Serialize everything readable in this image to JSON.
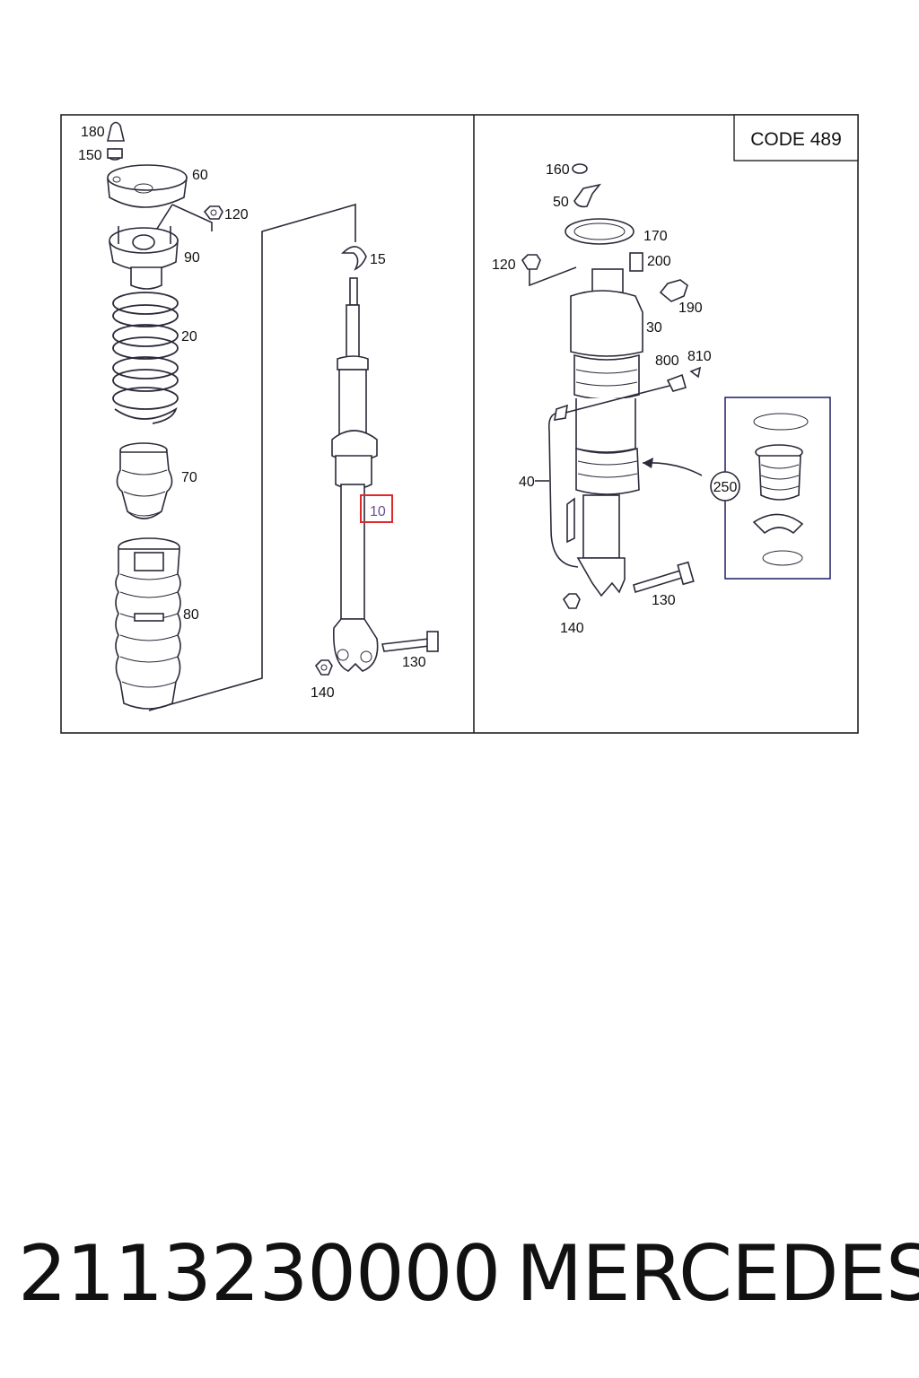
{
  "diagram": {
    "code_box": "CODE 489",
    "left_labels": {
      "l180": "180",
      "l150": "150",
      "l60": "60",
      "l120": "120",
      "l90": "90",
      "l15": "15",
      "l20": "20",
      "l70": "70",
      "l10": "10",
      "l80": "80",
      "l130": "130",
      "l140": "140"
    },
    "right_labels": {
      "r160": "160",
      "r50": "50",
      "r170": "170",
      "r120": "120",
      "r200": "200",
      "r190": "190",
      "r30": "30",
      "r800": "800",
      "r810": "810",
      "r250": "250",
      "r40": "40",
      "r130": "130",
      "r140": "140"
    },
    "highlight_color": "#e0282a"
  },
  "footer": {
    "part_number": "2113230000",
    "brand": "MERCEDES"
  }
}
